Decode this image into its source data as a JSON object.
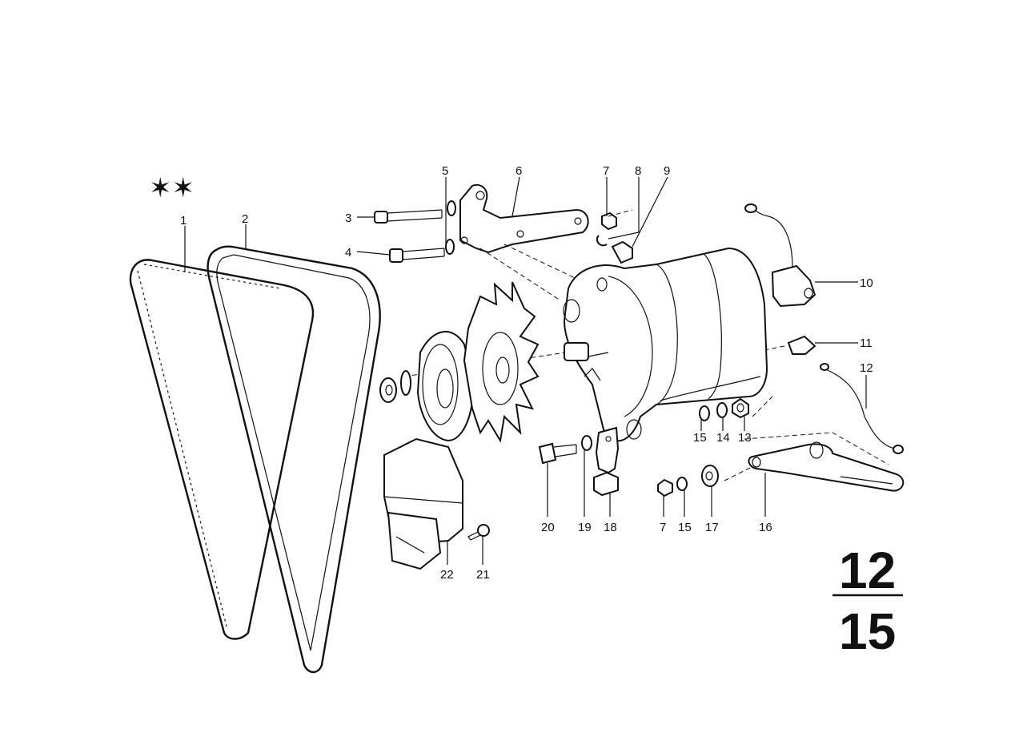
{
  "diagram": {
    "stars": "✶✶",
    "group_number_top": "12",
    "group_number_bottom": "15",
    "callouts": [
      {
        "id": "c1",
        "text": "1"
      },
      {
        "id": "c2",
        "text": "2"
      },
      {
        "id": "c3",
        "text": "3"
      },
      {
        "id": "c4",
        "text": "4"
      },
      {
        "id": "c5",
        "text": "5"
      },
      {
        "id": "c6",
        "text": "6"
      },
      {
        "id": "c7a",
        "text": "7"
      },
      {
        "id": "c8",
        "text": "8"
      },
      {
        "id": "c9",
        "text": "9"
      },
      {
        "id": "c10",
        "text": "10"
      },
      {
        "id": "c11",
        "text": "11"
      },
      {
        "id": "c12",
        "text": "12"
      },
      {
        "id": "c13",
        "text": "13"
      },
      {
        "id": "c14",
        "text": "14"
      },
      {
        "id": "c15a",
        "text": "15"
      },
      {
        "id": "c16",
        "text": "16"
      },
      {
        "id": "c17",
        "text": "17"
      },
      {
        "id": "c15b",
        "text": "15"
      },
      {
        "id": "c7b",
        "text": "7"
      },
      {
        "id": "c18",
        "text": "18"
      },
      {
        "id": "c19",
        "text": "19"
      },
      {
        "id": "c20",
        "text": "20"
      },
      {
        "id": "c21",
        "text": "21"
      },
      {
        "id": "c22",
        "text": "22"
      }
    ]
  }
}
